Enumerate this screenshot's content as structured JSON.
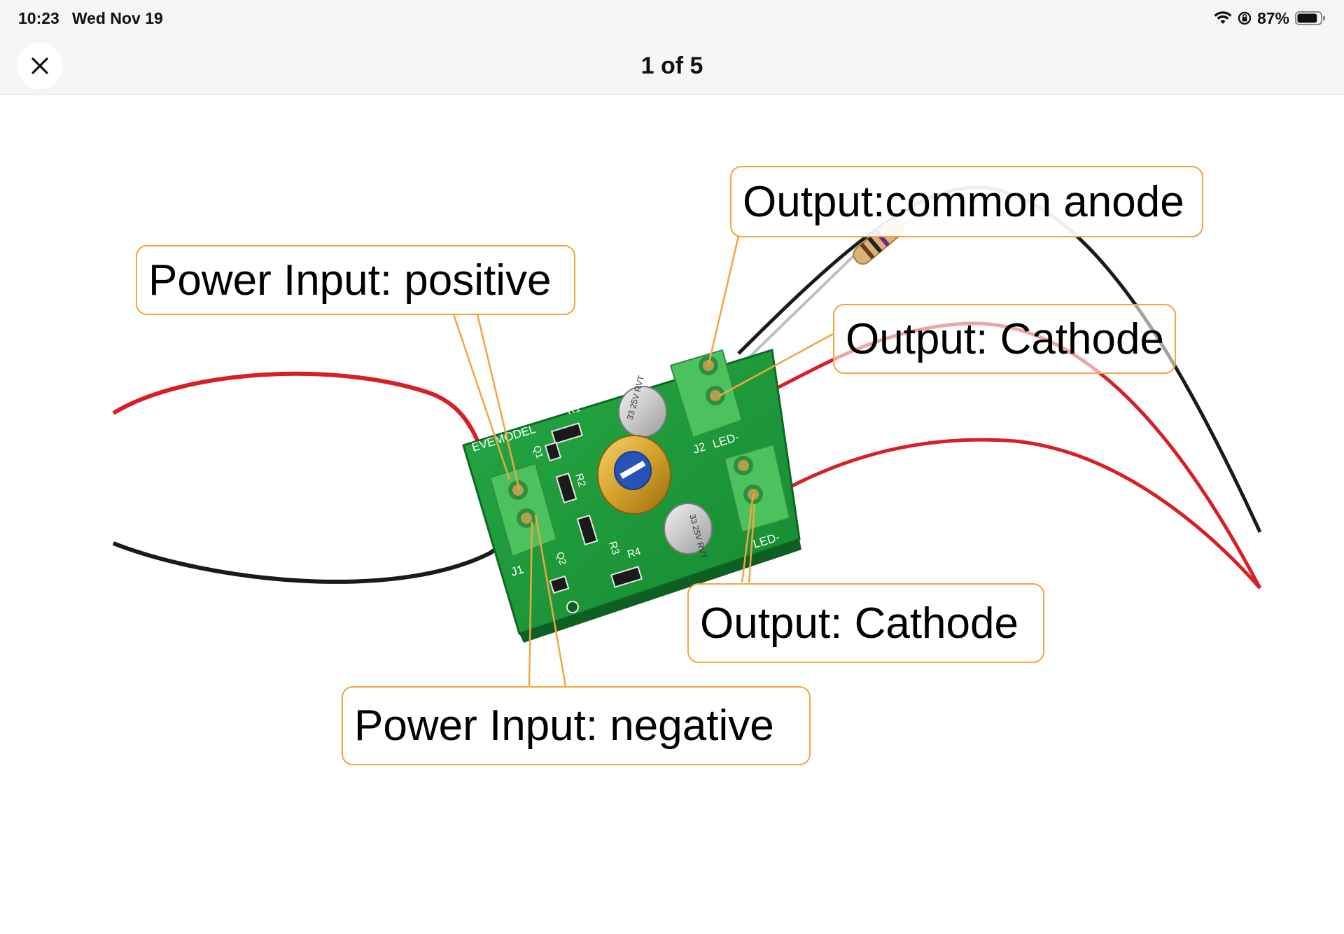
{
  "status_bar": {
    "time": "10:23",
    "date": "Wed Nov 19",
    "battery_percent": "87%",
    "battery_level": 0.87,
    "icons": [
      "wifi-icon",
      "location-lock-icon",
      "battery-icon"
    ]
  },
  "nav_bar": {
    "close_icon": "close-icon",
    "page_counter": "1 of 5"
  },
  "image": {
    "callouts": {
      "power_positive": "Power Input: positive",
      "power_negative": "Power Input: negative",
      "output_anode": "Output:common anode",
      "output_cathode_top": "Output: Cathode",
      "output_cathode_bottom": "Output: Cathode"
    },
    "board_silkscreen": {
      "brand": "EVEMODEL",
      "j1": "J1",
      "j2": "J2",
      "led_top": "LED-",
      "led_bottom": "LED-",
      "r1": "R1",
      "r2": "R2",
      "r3": "R3",
      "r4": "R4",
      "q1": "Q1",
      "q2": "Q2",
      "cap_label": "33 25V RVT",
      "cap_label_2": "33 25V RVT"
    },
    "colors": {
      "callout_border": "#f0a640",
      "pcb_green": "#1f9a3a",
      "terminal_green": "#4cc25e",
      "wire_red": "#d71f26",
      "wire_black": "#1a1a1a"
    }
  }
}
